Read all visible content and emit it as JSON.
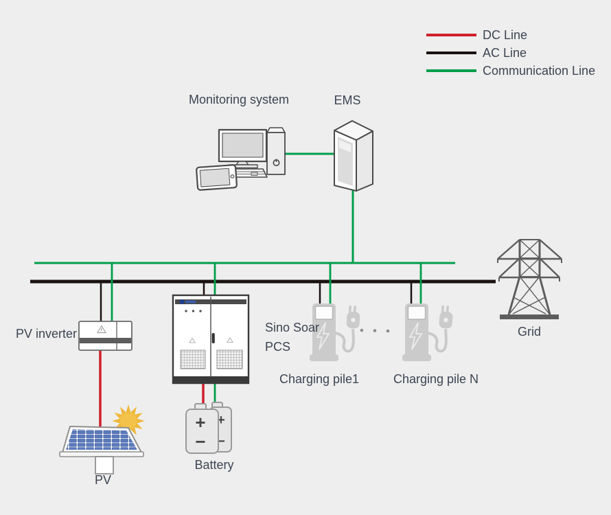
{
  "colors": {
    "background": "#eeeeee",
    "dc_red": "#cf1f2b",
    "ac_black": "#1a1211",
    "comm_green": "#009e4c",
    "text": "#3d4452",
    "icon_gray": "#cbcbcb",
    "tower_gray": "#5d5d5d"
  },
  "legend": {
    "items": [
      {
        "id": "dc",
        "label": "DC Line"
      },
      {
        "id": "ac",
        "label": "AC Line"
      },
      {
        "id": "comm",
        "label": "Communication Line"
      }
    ]
  },
  "labels": {
    "monitoring": "Monitoring system",
    "ems": "EMS",
    "pv_inverter": "PV inverter",
    "pcs_line1": "Sino Soar",
    "pcs_line2": "PCS",
    "charging_pile_1": "Charging pile1",
    "charging_pile_n": "Charging pile N",
    "grid": "Grid",
    "pv": "PV",
    "battery": "Battery"
  },
  "battery": {
    "plus": "+",
    "minus": "−"
  }
}
